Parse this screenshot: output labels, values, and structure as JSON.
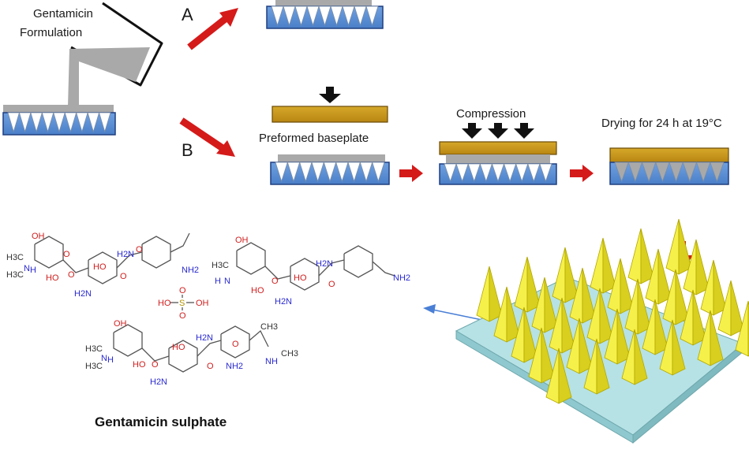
{
  "labels": {
    "formulation_line1": "Gentamicin",
    "formulation_line2": "Formulation",
    "route_a": "A",
    "route_b": "B",
    "preformed_baseplate": "Preformed baseplate",
    "compression": "Compression",
    "drying": "Drying for 24 h at 19°C",
    "molecule_name": "Gentamicin sulphate"
  },
  "chemistry": {
    "oh": "OH",
    "ho": "HO",
    "h2n": "H2N",
    "nh2": "NH2",
    "h3c": "H3C",
    "ch3": "CH3",
    "h": "H",
    "n": "N",
    "o": "O",
    "s": "S",
    "nh": "NH"
  },
  "colors": {
    "mould_blue": "#5b8fd6",
    "mould_border": "#1f3f80",
    "formulation_grey": "#a9a9a9",
    "baseplate_gold": "#c99a1c",
    "arrow_red": "#d51a1a",
    "needle_yellow": "#f4ee3a",
    "substrate_cyan": "#a9dbe0"
  }
}
